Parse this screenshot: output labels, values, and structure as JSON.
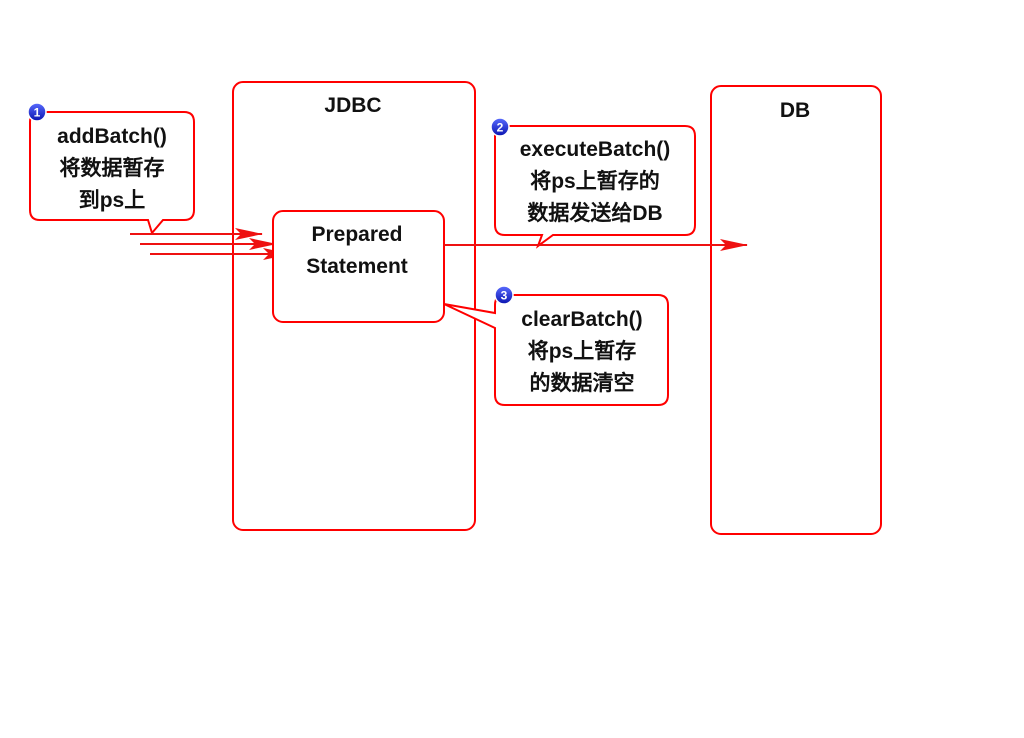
{
  "colors": {
    "outline": "#ff0000",
    "arrow": "#ee1111",
    "text": "#111111",
    "badge": "#1020d0",
    "badge_text": "#ffffff"
  },
  "containers": {
    "jdbc": {
      "label": "JDBC"
    },
    "db": {
      "label": "DB"
    }
  },
  "prepared_statement": {
    "line1": "Prepared",
    "line2": "Statement"
  },
  "callouts": [
    {
      "badge": "1",
      "lines": [
        "addBatch()",
        "将数据暂存",
        "到ps上"
      ]
    },
    {
      "badge": "2",
      "lines": [
        "executeBatch()",
        "将ps上暂存的",
        "数据发送给DB"
      ]
    },
    {
      "badge": "3",
      "lines": [
        "clearBatch()",
        "将ps上暂存",
        "的数据清空"
      ]
    }
  ]
}
